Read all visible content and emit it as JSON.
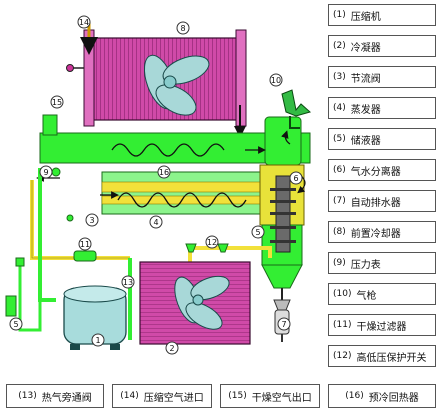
{
  "legend": [
    {
      "num": "1",
      "label": "压缩机"
    },
    {
      "num": "2",
      "label": "冷凝器"
    },
    {
      "num": "3",
      "label": "节流阀"
    },
    {
      "num": "4",
      "label": "蒸发器"
    },
    {
      "num": "5",
      "label": "储液器"
    },
    {
      "num": "6",
      "label": "气水分离器"
    },
    {
      "num": "7",
      "label": "自动排水器"
    },
    {
      "num": "8",
      "label": "前置冷却器"
    },
    {
      "num": "9",
      "label": "压力表"
    },
    {
      "num": "10",
      "label": "气枪"
    },
    {
      "num": "11",
      "label": "干燥过滤器"
    },
    {
      "num": "12",
      "label": "高低压保护开关"
    }
  ],
  "bottom_legend": [
    {
      "num": "13",
      "label": "热气旁通阀"
    },
    {
      "num": "14",
      "label": "压缩空气进口"
    },
    {
      "num": "15",
      "label": "干燥空气出口"
    },
    {
      "num": "16",
      "label": "预冷回热器"
    }
  ],
  "callouts": {
    "c1": "1",
    "c2": "2",
    "c3": "3",
    "c4": "4",
    "c5": "5",
    "c6": "6",
    "c7": "7",
    "c8": "8",
    "c9": "9",
    "c10": "10",
    "c11": "11",
    "c12": "12",
    "c13": "13",
    "c14": "14",
    "c15": "15",
    "c16": "16"
  },
  "colors": {
    "air_pipe": "#33ee33",
    "refrigerant_pipe": "#f2e13a",
    "coil": "#cc44aa",
    "fan": "#a8d8d8",
    "frame": "#2a2a2a"
  }
}
